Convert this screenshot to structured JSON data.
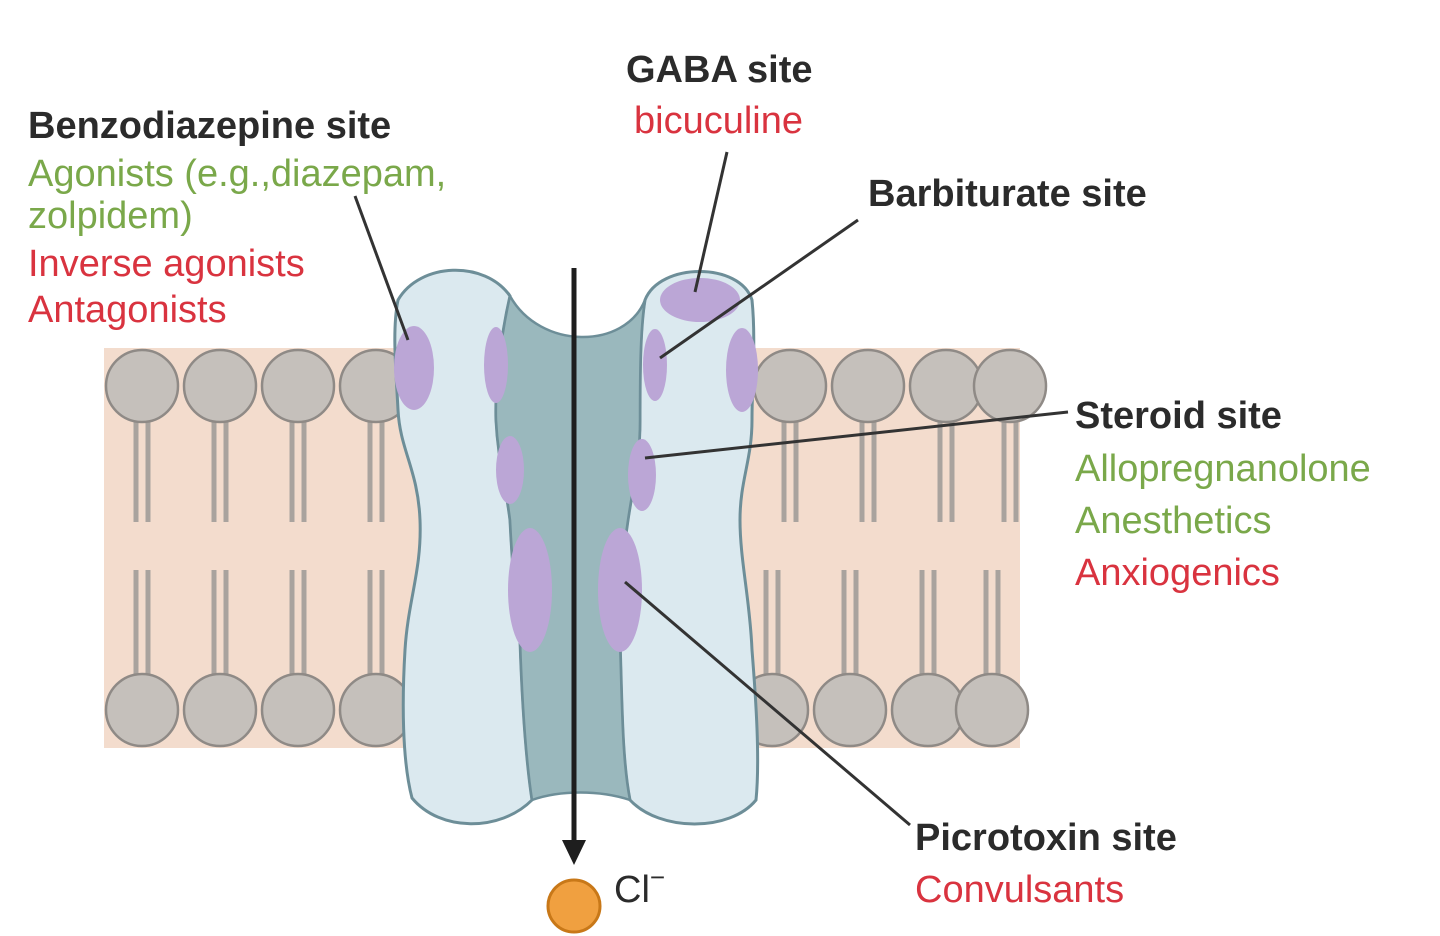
{
  "colors": {
    "title": "#2b2b2b",
    "agonist_green": "#7aa84a",
    "antagonist_red": "#d9333f",
    "membrane": "#f3dccd",
    "lipid_head": "#c5c0bb",
    "lipid_head_stroke": "#8f8a86",
    "lipid_tail": "#a9a39e",
    "channel_fill": "#dbe9ef",
    "channel_stroke": "#6d8e98",
    "pore_fill": "#9ab8bd",
    "site_fill": "#bba6d6",
    "ion_fill": "#f0a040",
    "ion_stroke": "#c87818",
    "arrow": "#1e1e1e",
    "leader": "#333333"
  },
  "sites": {
    "benzodiazepine": {
      "title": "Benzodiazepine site",
      "lines": [
        {
          "text": "Agonists (e.g.,diazepam,",
          "kind": "agonist"
        },
        {
          "text": "zolpidem)",
          "kind": "agonist"
        },
        {
          "text": "Inverse agonists",
          "kind": "antagonist"
        },
        {
          "text": "Antagonists",
          "kind": "antagonist"
        }
      ]
    },
    "gaba": {
      "title": "GABA site",
      "lines": [
        {
          "text": "bicuculine",
          "kind": "antagonist"
        }
      ]
    },
    "barbiturate": {
      "title": "Barbiturate site",
      "lines": []
    },
    "steroid": {
      "title": "Steroid site",
      "lines": [
        {
          "text": "Allopregnanolone",
          "kind": "agonist"
        },
        {
          "text": "Anesthetics",
          "kind": "agonist"
        },
        {
          "text": "Anxiogenics",
          "kind": "antagonist"
        }
      ]
    },
    "picrotoxin": {
      "title": "Picrotoxin site",
      "lines": [
        {
          "text": "Convulsants",
          "kind": "antagonist"
        }
      ]
    }
  },
  "ion": {
    "label": "Cl",
    "charge": "−"
  }
}
